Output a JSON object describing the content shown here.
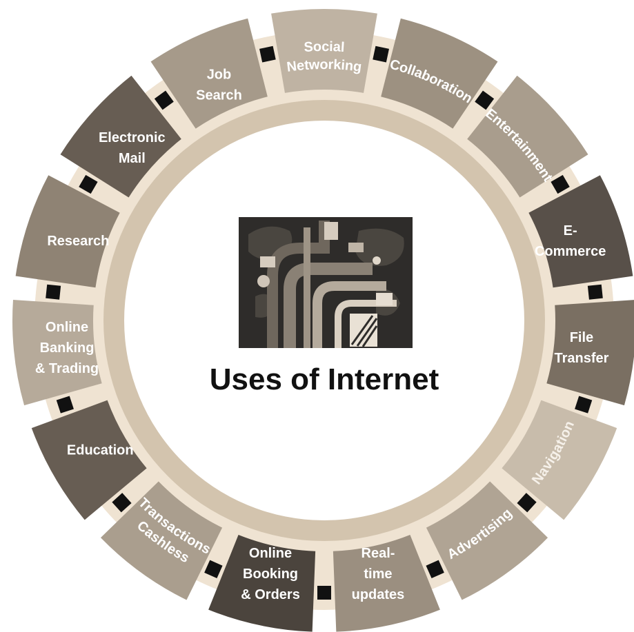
{
  "title": "Uses of Internet",
  "colors": {
    "ring": "#efe3d2",
    "inner_band": "#d3c4ae",
    "connector": "#111111",
    "center_bg": "#ffffff",
    "illustration_bg": "#2e2c2a"
  },
  "segments": [
    {
      "label": "Social Networking",
      "lines": [
        "Social",
        "Networking"
      ],
      "color": "#bfb3a3",
      "text_color": "#ffffff",
      "text_mode": "arc",
      "fill_icon": "none"
    },
    {
      "label": "Collaboration",
      "lines": [
        "Collaboration"
      ],
      "color": "#9d9181",
      "text_color": "#ffffff",
      "text_mode": "arc"
    },
    {
      "label": "Entertainment",
      "lines": [
        "Entertainment"
      ],
      "color": "#a99d8d",
      "text_color": "#ffffff",
      "text_mode": "arc"
    },
    {
      "label": "E-Commerce",
      "lines": [
        "E-",
        "Commerce"
      ],
      "color": "#585049",
      "text_color": "#ffffff",
      "text_mode": "flat"
    },
    {
      "label": "File Transfer",
      "lines": [
        "File",
        "Transfer"
      ],
      "color": "#7a6f62",
      "text_color": "#ffffff",
      "text_mode": "flat"
    },
    {
      "label": "Navigation",
      "lines": [
        "Navigation"
      ],
      "color": "#c8bcab",
      "text_color": "#f6f1ea",
      "text_mode": "arc"
    },
    {
      "label": "Advertising",
      "lines": [
        "Advertising"
      ],
      "color": "#b0a494",
      "text_color": "#ffffff",
      "text_mode": "arc"
    },
    {
      "label": "Real-time updates",
      "lines": [
        "Real-",
        "time",
        "updates"
      ],
      "color": "#9b8f80",
      "text_color": "#ffffff",
      "text_mode": "flat"
    },
    {
      "label": "Online Booking & Orders",
      "lines": [
        "Online",
        "Booking",
        "& Orders"
      ],
      "color": "#4b443d",
      "text_color": "#ffffff",
      "text_mode": "flat"
    },
    {
      "label": "Cashless Transactions",
      "lines": [
        "Cashless",
        "Transactions"
      ],
      "color": "#aa9e8e",
      "text_color": "#ffffff",
      "text_mode": "arc"
    },
    {
      "label": "Education",
      "lines": [
        "Education"
      ],
      "color": "#675d53",
      "text_color": "#ffffff",
      "text_mode": "flat"
    },
    {
      "label": "Online Banking & Trading",
      "lines": [
        "Online",
        "Banking",
        "& Trading"
      ],
      "color": "#b6aa9a",
      "text_color": "#ffffff",
      "text_mode": "flat"
    },
    {
      "label": "Research",
      "lines": [
        "Research"
      ],
      "color": "#8f8374",
      "text_color": "#ffffff",
      "text_mode": "flat"
    },
    {
      "label": "Electronic Mail",
      "lines": [
        "Electronic",
        "Mail"
      ],
      "color": "#675d53",
      "text_color": "#ffffff",
      "text_mode": "flat"
    },
    {
      "label": "Job Search",
      "lines": [
        "Job",
        "Search"
      ],
      "color": "#a69a8a",
      "text_color": "#ffffff",
      "text_mode": "flat"
    }
  ]
}
